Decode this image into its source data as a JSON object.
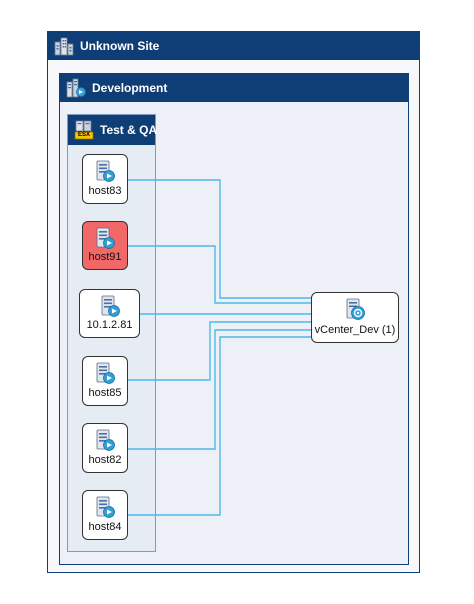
{
  "site": {
    "title": "Unknown Site",
    "icon": "building-icon"
  },
  "datacenter": {
    "title": "Development",
    "icon": "datacenter-icon"
  },
  "cluster": {
    "title": "Test & QA",
    "icon": "esx-cluster-icon",
    "badge": "ESX"
  },
  "hosts": [
    {
      "label": "host83",
      "status": "normal",
      "icon": "host-server-icon"
    },
    {
      "label": "host91",
      "status": "alert",
      "icon": "host-server-icon"
    },
    {
      "label": "10.1.2.81",
      "status": "normal",
      "icon": "host-server-icon"
    },
    {
      "label": "host85",
      "status": "normal",
      "icon": "host-server-icon"
    },
    {
      "label": "host82",
      "status": "normal",
      "icon": "host-server-icon"
    },
    {
      "label": "host84",
      "status": "normal",
      "icon": "host-server-icon"
    }
  ],
  "vcenter": {
    "label": "vCenter_Dev (1)",
    "icon": "vcenter-server-icon"
  },
  "colors": {
    "header": "#0f3d75",
    "link": "#4fb8e8",
    "alert": "#f26868"
  }
}
